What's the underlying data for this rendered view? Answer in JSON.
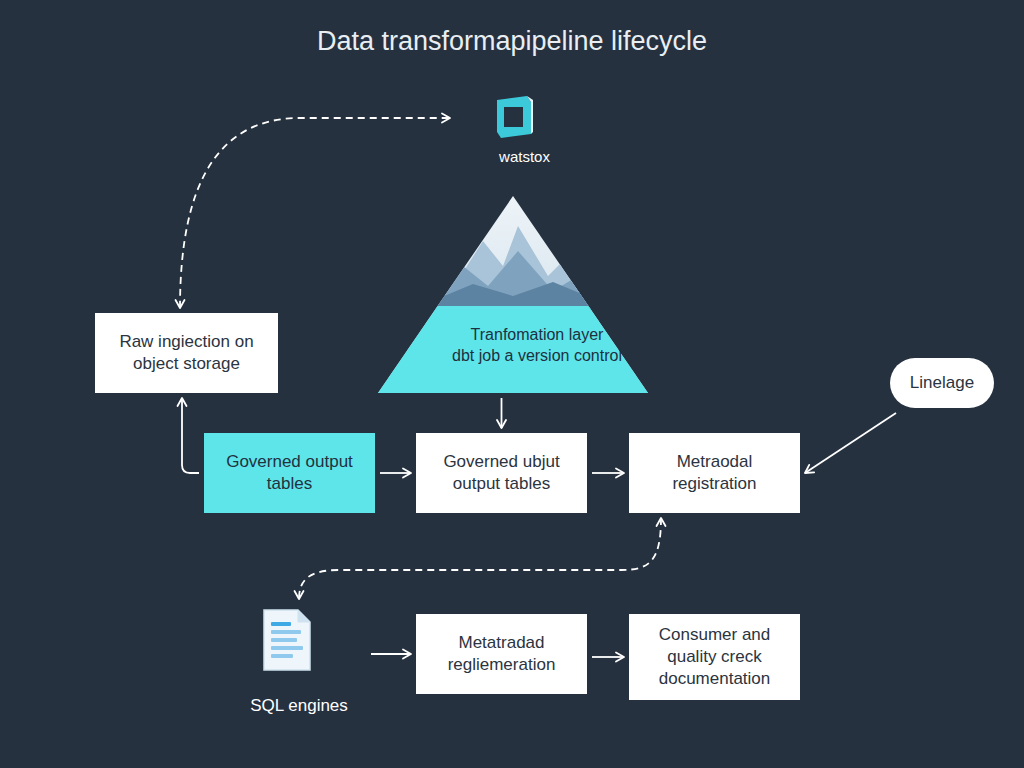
{
  "diagram": {
    "title": "Data transformapipeline lifecycle",
    "nodes": [
      {
        "text": [
          "watstox"
        ]
      },
      {
        "text": [
          "Tranfomation layer",
          "dbt job a version control"
        ]
      },
      {
        "text": [
          "Raw ingiection on object storage"
        ]
      },
      {
        "text": [
          "Linelage"
        ]
      },
      {
        "text": [
          "Governed output tables"
        ]
      },
      {
        "text": [
          "Governed ubjut output tables"
        ]
      },
      {
        "text": [
          "Metraodal registration"
        ]
      },
      {
        "text": [
          "SQL engines"
        ]
      },
      {
        "text": [
          "Metatradad regliemeration"
        ]
      },
      {
        "text": [
          "Consumer and quality creck documentation"
        ]
      }
    ],
    "edges": [
      {
        "from": 2,
        "to": 0,
        "arrow": "both"
      },
      {
        "from": 1,
        "to": 5,
        "arrow": "to"
      },
      {
        "from": 4,
        "to": 2,
        "arrow": "to"
      },
      {
        "from": 4,
        "to": 5,
        "arrow": "to"
      },
      {
        "from": 5,
        "to": 6,
        "arrow": "to"
      },
      {
        "from": 3,
        "to": 6,
        "arrow": "to"
      },
      {
        "from": 6,
        "to": 7,
        "arrow": "both"
      },
      {
        "from": 7,
        "to": 8,
        "arrow": "to"
      },
      {
        "from": 8,
        "to": 9,
        "arrow": "to"
      }
    ]
  }
}
